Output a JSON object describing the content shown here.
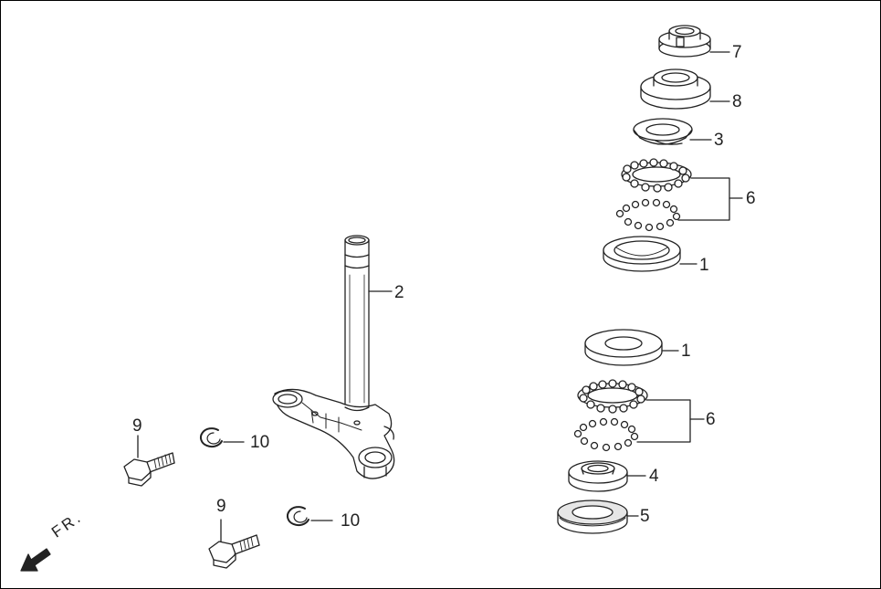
{
  "callouts": {
    "c7": "7",
    "c8": "8",
    "c3": "3",
    "c6_top": "6",
    "c1_top": "1",
    "c2": "2",
    "c1_bottom": "1",
    "c6_bottom": "6",
    "c4": "4",
    "c5": "5",
    "c9_left": "9",
    "c10_left": "10",
    "c9_bottom": "9",
    "c10_bottom": "10"
  },
  "direction_marker": {
    "label": "FR.",
    "icon": "front-arrow-icon"
  },
  "colors": {
    "line": "#222222",
    "part_fill": "#ffffff",
    "shade": "#d8d8d8"
  }
}
